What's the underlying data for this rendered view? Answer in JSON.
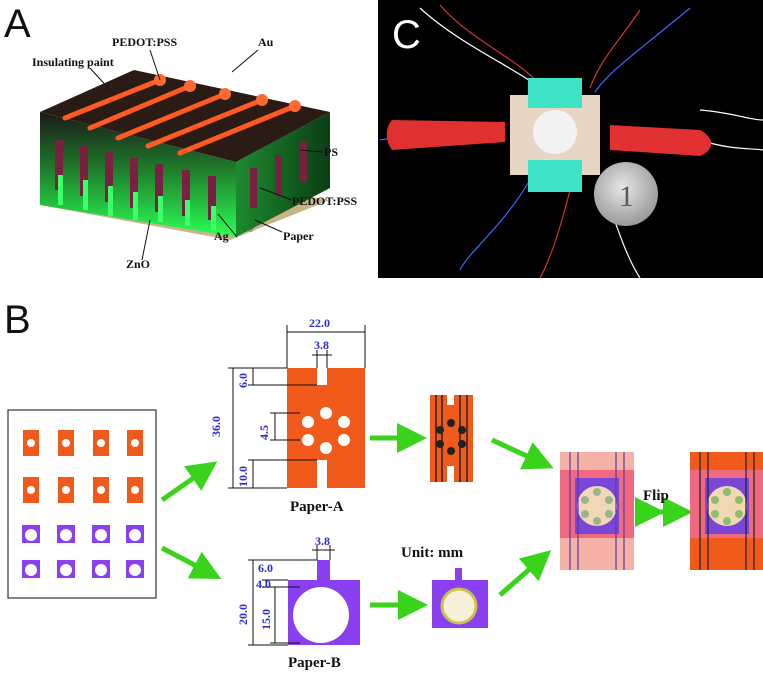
{
  "panels": {
    "a": "A",
    "b": "B",
    "c": "C"
  },
  "panel_a": {
    "labels": {
      "pedot_top": "PEDOT:PSS",
      "au": "Au",
      "insulating": "Insulating paint",
      "ps": "PS",
      "pedot_bottom": "PEDOT:PSS",
      "ag": "Ag",
      "paper": "Paper",
      "zno": "ZnO"
    }
  },
  "panel_c": {
    "coin_numeral": "1"
  },
  "panel_b": {
    "paper_a": {
      "caption": "Paper-A",
      "dim_width": "22.0",
      "dim_slot_width": "3.8",
      "dim_height": "36.0",
      "dim_top_slot": "6.0",
      "dim_hole": "4.5",
      "dim_bottom_slot": "10.0"
    },
    "paper_b": {
      "caption": "Paper-B",
      "dim_slot_width": "3.8",
      "dim_tab": "6.0",
      "dim_gap": "4.0",
      "dim_height": "20.0",
      "dim_circle": "15.0"
    },
    "unit": "Unit: mm",
    "flip": "Flip"
  },
  "colors": {
    "orange": "#f05a1a",
    "purple": "#8a3ff0",
    "green_arrow": "#38d31a",
    "dim_blue": "#2b2fd0",
    "pink": "#f07a8c"
  }
}
